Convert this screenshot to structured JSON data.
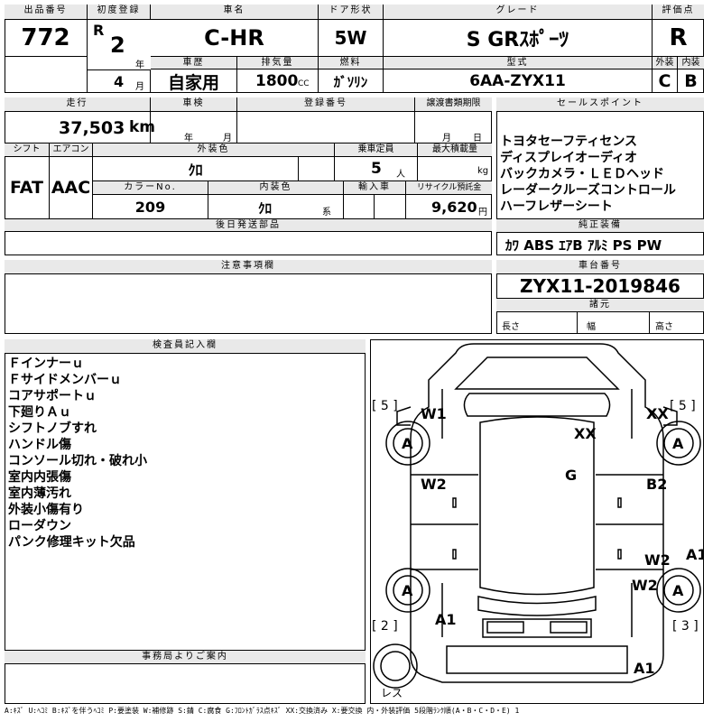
{
  "header": {
    "lot_label": "出品番号",
    "lot_no": "772",
    "first_reg_label": "初度登録",
    "era": "R",
    "year": "2",
    "year_unit": "年",
    "month": "4",
    "month_unit": "月",
    "name_label": "車名",
    "name": "C-HR",
    "door_label": "ドア形状",
    "door": "5W",
    "grade_label": "グレード",
    "grade": "S GRｽﾎﾟｰﾂ",
    "score_label": "評価点",
    "score": "R",
    "history_label": "車歴",
    "history": "自家用",
    "disp_label": "排気量",
    "disp": "1800",
    "disp_unit": "CC",
    "fuel_label": "燃料",
    "fuel": "ｶﾞｿﾘﾝ",
    "model_label": "型式",
    "model": "6AA-ZYX11",
    "ext_label": "外装",
    "ext": "C",
    "int_label": "内装",
    "int": "B"
  },
  "row2": {
    "mileage_label": "走行",
    "mileage": "37,503",
    "mileage_unit": "km",
    "inspection_label": "車検",
    "insp_year_unit": "年",
    "insp_month_unit": "月",
    "reg_label": "登録番号",
    "transfer_label": "譲渡書類期限",
    "transfer_month": "月",
    "transfer_day": "日",
    "shift_label": "シフト",
    "shift": "FAT",
    "ac_label": "エアコン",
    "ac": "AAC",
    "ext_color_label": "外装色",
    "ext_color": "ｸﾛ",
    "seats_label": "乗車定員",
    "seats": "5",
    "seats_unit": "人",
    "maxload_label": "最大積載量",
    "maxload_unit": "kg",
    "color_no_label": "カラーNo.",
    "color_no": "209",
    "int_color_label": "内装色",
    "int_color": "ｸﾛ",
    "int_color_unit": "系",
    "import_label": "輸入車",
    "recycle_label": "リサイクル預託金",
    "recycle": "9,620",
    "recycle_unit": "円",
    "later_label": "後日発送部品"
  },
  "sales": {
    "label": "セールスポイント",
    "items": [
      "トヨタセーフティセンス",
      "ディスプレイオーディオ",
      "バックカメラ・ＬＥＤヘッド",
      "レーダークルーズコントロール",
      "ハーフレザーシート"
    ],
    "equip_label": "純正装備",
    "equip": "ｶﾜ ABS ｴｱB ｱﾙﾐ PS PW"
  },
  "notes": {
    "label": "注意事項欄"
  },
  "chassis": {
    "label": "車台番号",
    "number": "ZYX11-2019846",
    "spec_label": "諸元",
    "length": "長さ",
    "width": "幅",
    "height": "高さ"
  },
  "inspector": {
    "label": "検査員記入欄",
    "items": [
      "Ｆインナーｕ",
      "Ｆサイドメンバーｕ",
      "コアサポートｕ",
      "下廻りＡｕ",
      "シフトノブすれ",
      "ハンドル傷",
      "コンソール切れ・破れ小",
      "室内内張傷",
      "室内薄汚れ",
      "外装小傷有り",
      "ローダウン",
      "パンク修理キット欠品"
    ]
  },
  "office": {
    "label": "事務局よりご案内"
  },
  "diagram": {
    "b5l": "[ 5 ]",
    "b5r": "[ 5 ]",
    "b2": "[ 2 ]",
    "b3": "[ 3 ]",
    "W1": "W1",
    "XX1": "XX",
    "XX2": "XX",
    "G": "G",
    "W2a": "W2",
    "B2": "B2",
    "W2b": "W2",
    "W2c": "W2",
    "A1a": "A1",
    "A1b": "A1",
    "A1c": "A1",
    "A": "A",
    "res": "レス"
  },
  "footer": "A:ｷｽﾞ U:ﾍｺﾐ B:ｷｽﾞを伴うﾍｺﾐ P:要塗装 W:補修跡 S:錆 C:腐食 G:ﾌﾛﾝﾄｶﾞﾗｽ点ｷｽﾞ XX:交換済み X:要交換 内・外装評価 5段階ﾗﾝｸ順(A・B・C・D・E) 1"
}
